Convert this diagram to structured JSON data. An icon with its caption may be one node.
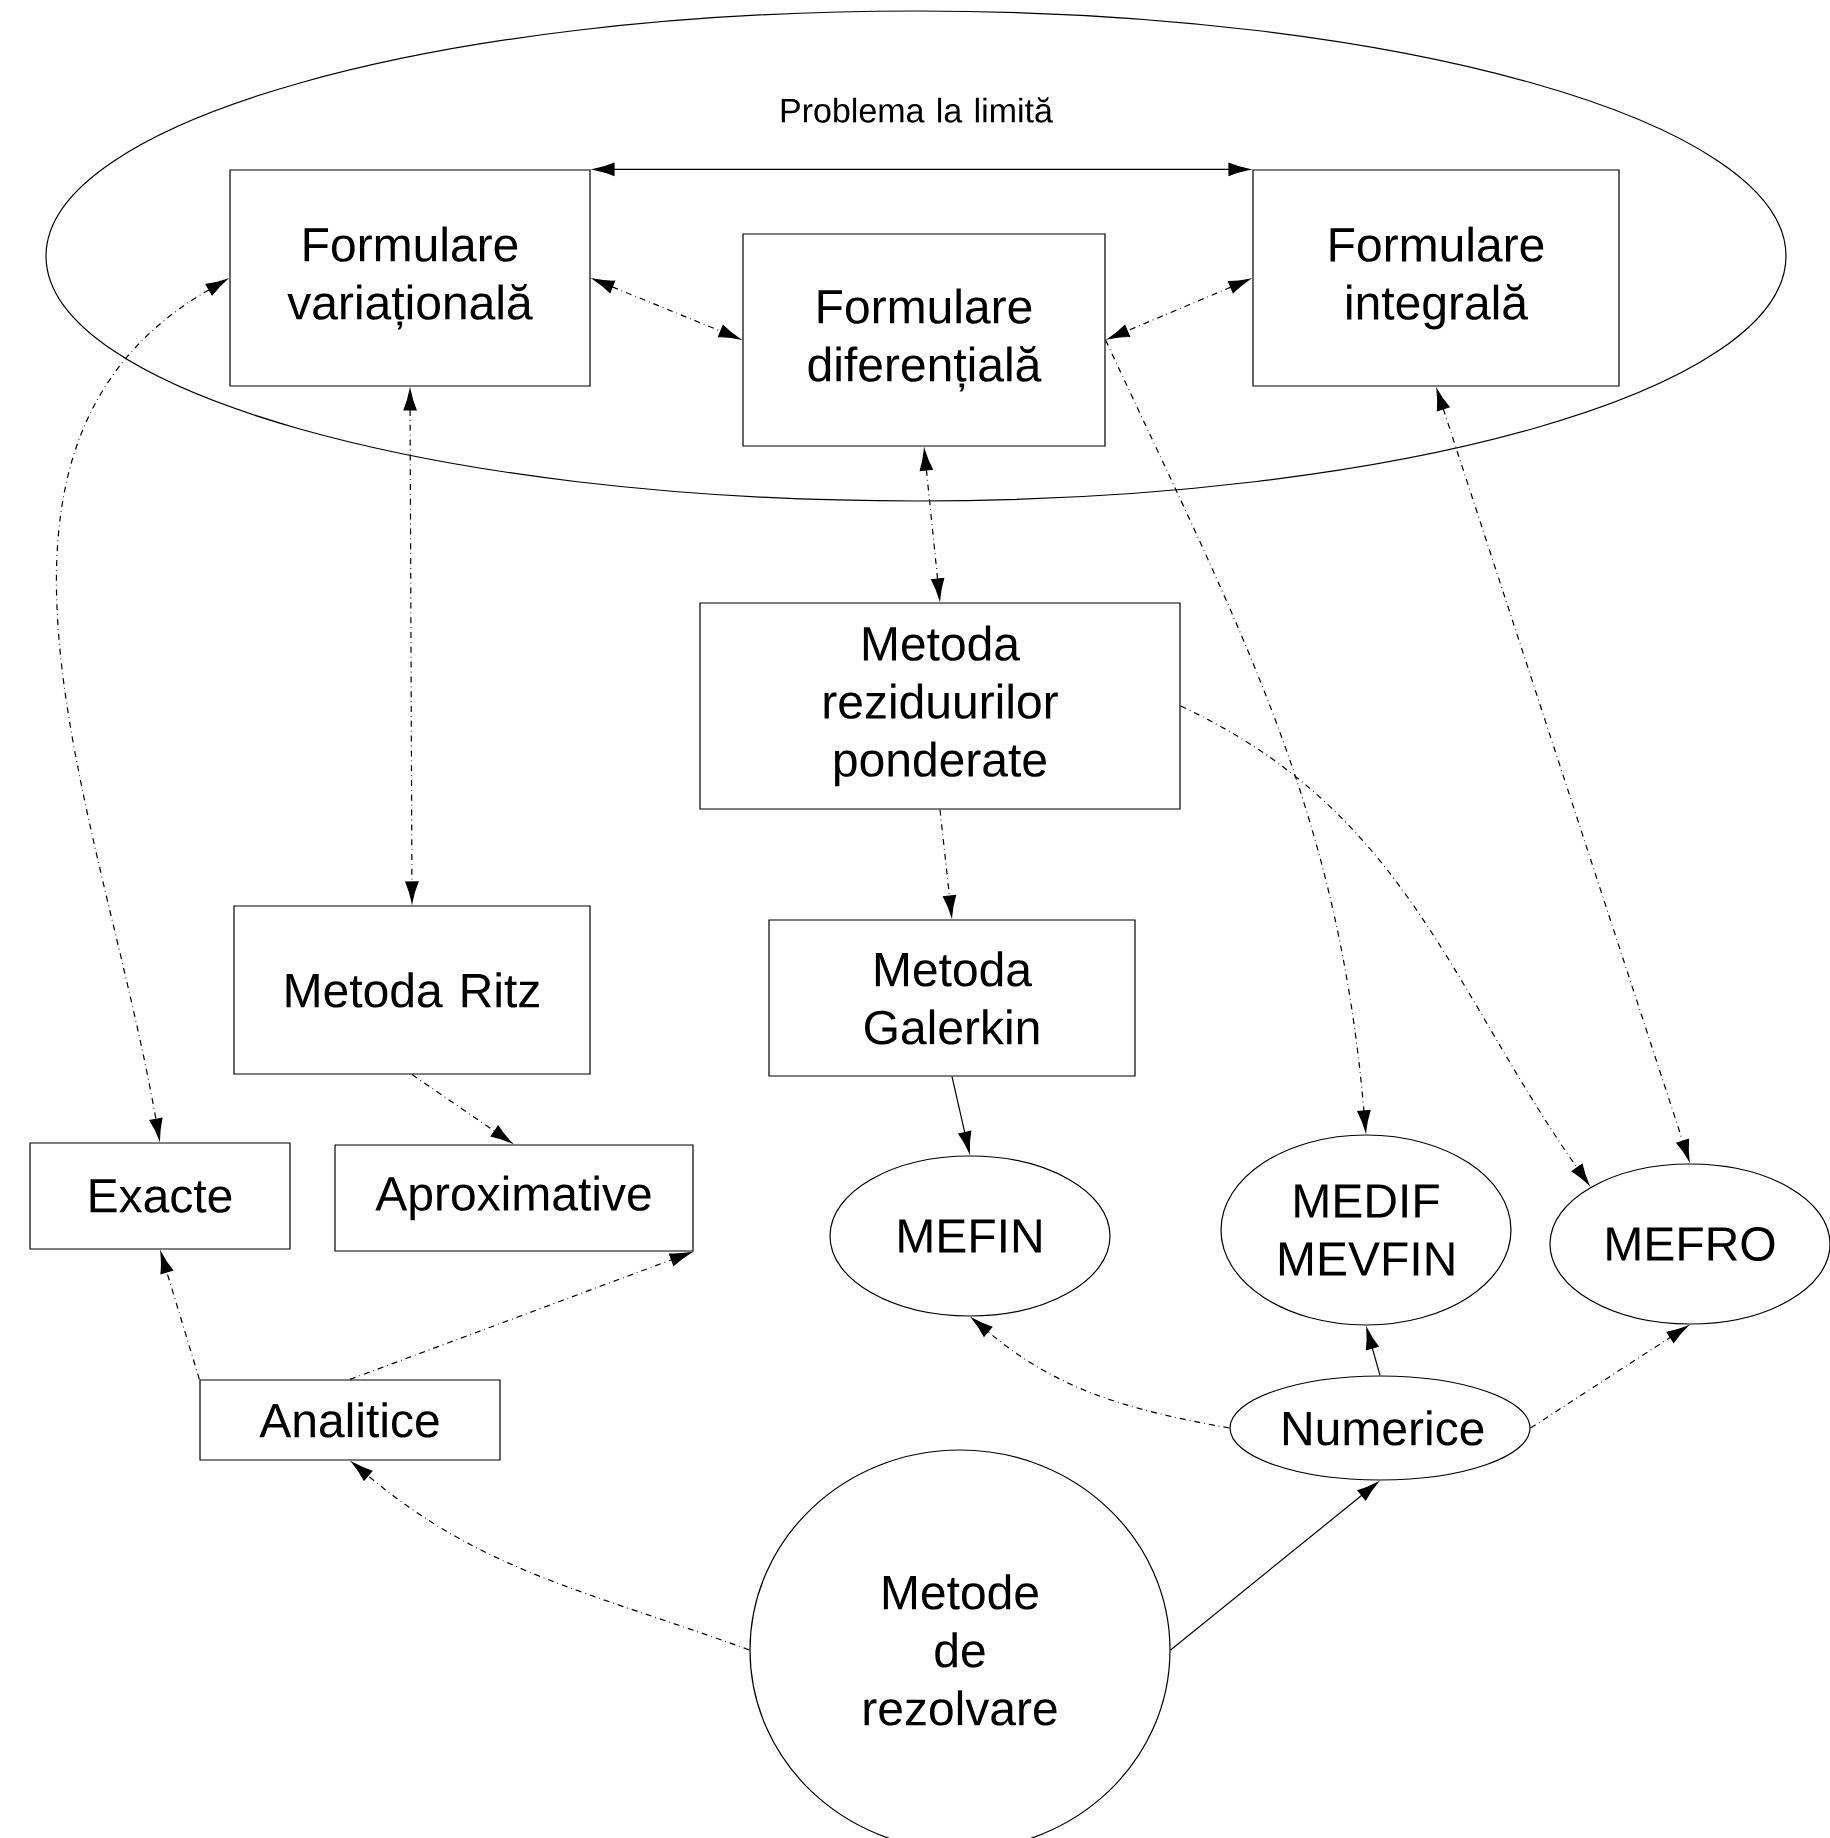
{
  "diagram": {
    "nodes": [
      {
        "text": [
          "Problema la limită"
        ]
      },
      {
        "text": [
          "Formulare variațională"
        ],
        "in": 0
      },
      {
        "text": [
          "Formulare diferențială"
        ],
        "in": 0
      },
      {
        "text": [
          "Formulare integrală"
        ],
        "in": 0
      },
      {
        "text": [
          "Metoda reziduurilor ponderate"
        ]
      },
      {
        "text": [
          "Metoda Ritz"
        ]
      },
      {
        "text": [
          "Metoda Galerkin"
        ]
      },
      {
        "text": [
          "Exacte"
        ]
      },
      {
        "text": [
          "Aproximative"
        ]
      },
      {
        "text": [
          "MEFIN"
        ]
      },
      {
        "text": [
          "MEDIF MEVFIN"
        ]
      },
      {
        "text": [
          "MEFRO"
        ]
      },
      {
        "text": [
          "Analitice"
        ]
      },
      {
        "text": [
          "Numerice"
        ]
      },
      {
        "text": [
          "Metode de rezolvare"
        ]
      }
    ],
    "edges": [
      {
        "from": 1,
        "to": 3,
        "arrow": "both"
      },
      {
        "from": 1,
        "to": 2,
        "arrow": "both",
        "style": "dashed"
      },
      {
        "from": 3,
        "to": 2,
        "arrow": "both",
        "style": "dashed"
      },
      {
        "from": 1,
        "to": 5,
        "arrow": "both",
        "style": "dashed"
      },
      {
        "from": 2,
        "to": 4,
        "arrow": "both",
        "style": "dashed"
      },
      {
        "from": 4,
        "to": 6,
        "arrow": "to",
        "style": "dashed"
      },
      {
        "from": 6,
        "to": 9,
        "arrow": "to"
      },
      {
        "from": 5,
        "to": 8,
        "arrow": "to",
        "style": "dashed"
      },
      {
        "from": 1,
        "to": 7,
        "arrow": "both",
        "style": "dashed"
      },
      {
        "from": 2,
        "to": 10,
        "arrow": "to",
        "style": "dashed"
      },
      {
        "from": 3,
        "to": 11,
        "arrow": "both",
        "style": "dashed"
      },
      {
        "from": 4,
        "to": 11,
        "arrow": "to",
        "style": "dashed"
      },
      {
        "from": 12,
        "to": 8,
        "arrow": "to",
        "style": "dashed"
      },
      {
        "from": 14,
        "to": 12,
        "arrow": "to",
        "style": "dashed"
      },
      {
        "from": 12,
        "to": 7,
        "arrow": "to",
        "style": "dashed"
      },
      {
        "from": 14,
        "to": 13,
        "arrow": "to"
      },
      {
        "from": 13,
        "to": 10,
        "arrow": "to"
      },
      {
        "from": 13,
        "to": 9,
        "arrow": "to",
        "style": "dashed"
      },
      {
        "from": 13,
        "to": 11,
        "arrow": "to",
        "style": "dashed"
      }
    ]
  }
}
